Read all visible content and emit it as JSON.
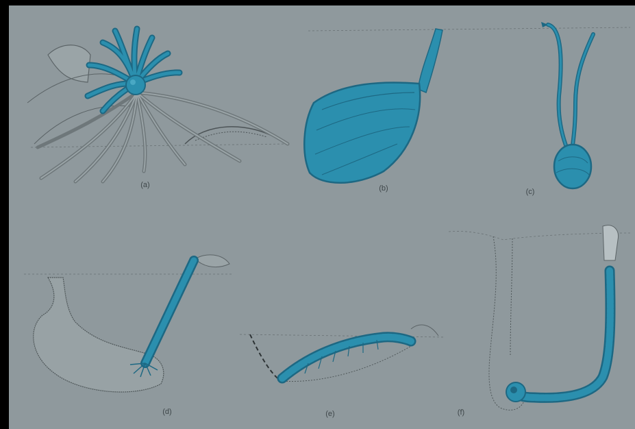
{
  "figure": {
    "panels": [
      {
        "id": "a",
        "label": "(a)"
      },
      {
        "id": "b",
        "label": "(b)"
      },
      {
        "id": "c",
        "label": "(c)"
      },
      {
        "id": "d",
        "label": "(d)"
      },
      {
        "id": "e",
        "label": "(e)"
      },
      {
        "id": "f",
        "label": "(f)"
      }
    ]
  },
  "colors": {
    "background": "#000000",
    "plate": "#8f999d",
    "organism": "#2b8fae",
    "organism_dark": "#1d6883",
    "sketch_line": "#5b6366",
    "label": "#3e4649"
  }
}
